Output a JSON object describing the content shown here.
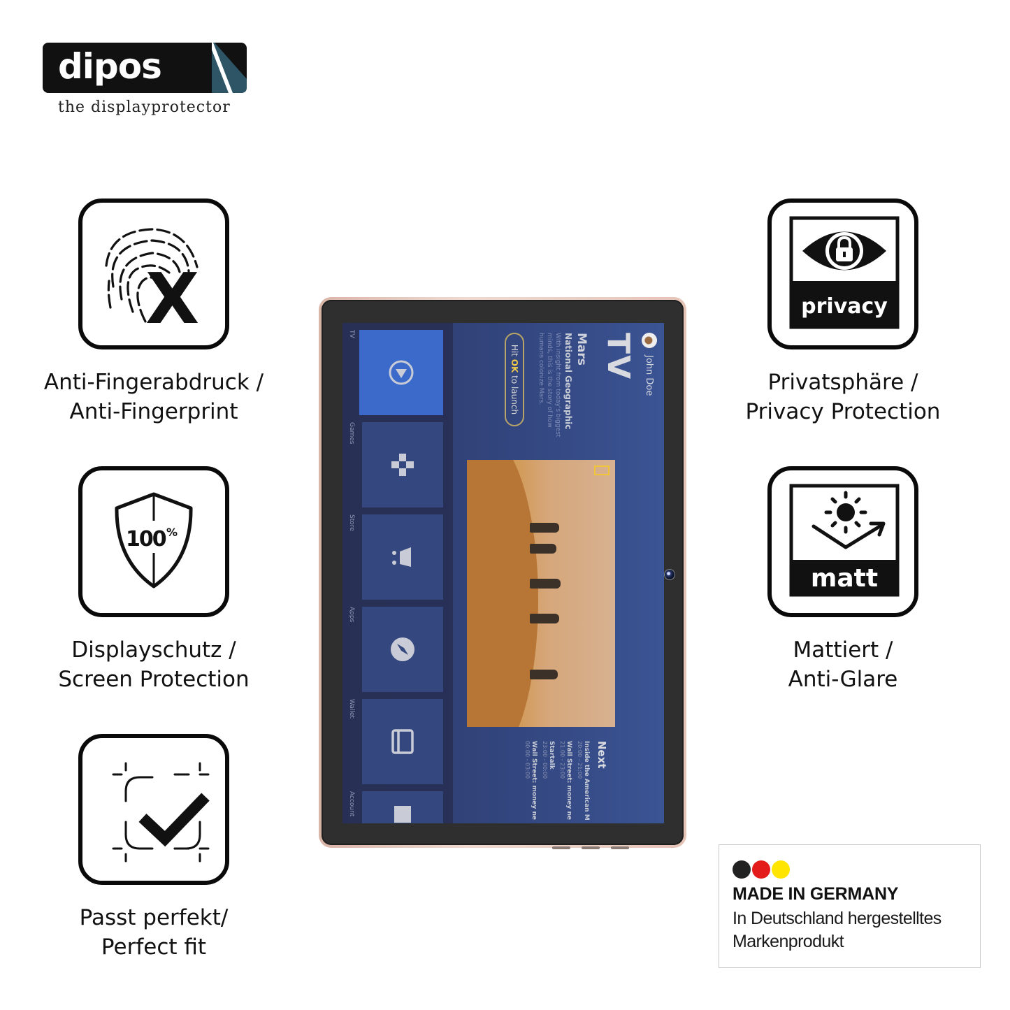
{
  "brand": {
    "name": "dipos",
    "tagline": "the displayprotector",
    "colors": {
      "plate": "#111111",
      "peel": "#2e5566"
    }
  },
  "features": [
    {
      "id": "anti-fingerprint",
      "icon": "fingerprint-x-icon",
      "line1": "Anti-Fingerabdruck /",
      "line2": "Anti-Fingerprint"
    },
    {
      "id": "screen-protection",
      "icon": "shield-100-icon",
      "badge": "100%",
      "line1": "Displayschutz /",
      "line2": "Screen Protection"
    },
    {
      "id": "perfect-fit",
      "icon": "frame-check-icon",
      "line1": "Passt perfekt/",
      "line2": "Perfect fit"
    },
    {
      "id": "privacy",
      "icon": "eye-lock-icon",
      "badge": "privacy",
      "line1": "Privatsphäre /",
      "line2": "Privacy Protection"
    },
    {
      "id": "matte",
      "icon": "sun-reflect-icon",
      "badge": "matt",
      "line1": "Mattiert /",
      "line2": "Anti-Glare"
    }
  ],
  "tablet": {
    "screen": {
      "user": "John Doe",
      "title": "TV",
      "show": "Mars",
      "network": "National Geographic",
      "description": "With insight from today's biggest minds, this is the story of how humans colonize Mars.",
      "cta_prefix": "Hit ",
      "cta_key": "OK",
      "cta_suffix": " to launch",
      "next": {
        "heading": "Next",
        "items": [
          {
            "title": "Inside the American M",
            "time": "20:00 - 21:00"
          },
          {
            "title": "Wall Street: money ne",
            "time": "21:00 - 23:00"
          },
          {
            "title": "Startalk",
            "time": "23:00 - 00:00"
          },
          {
            "title": "Wall Street: money ne",
            "time": "00:00 - 03:00"
          }
        ]
      },
      "nav": [
        {
          "label": "TV",
          "icon": "play-circle-icon",
          "active": true
        },
        {
          "label": "Games",
          "icon": "gamepad-icon",
          "active": false
        },
        {
          "label": "Store",
          "icon": "cart-icon",
          "active": false
        },
        {
          "label": "Apps",
          "icon": "compass-icon",
          "active": false
        },
        {
          "label": "Wallet",
          "icon": "wallet-icon",
          "active": false
        },
        {
          "label": "Account",
          "icon": "account-icon",
          "active": false
        }
      ]
    }
  },
  "made_in_germany": {
    "title": "MADE IN GERMANY",
    "line1": "In Deutschland hergestelltes",
    "line2": "Markenprodukt",
    "flag_colors": [
      "#222222",
      "#e31b1b",
      "#ffe500"
    ]
  }
}
